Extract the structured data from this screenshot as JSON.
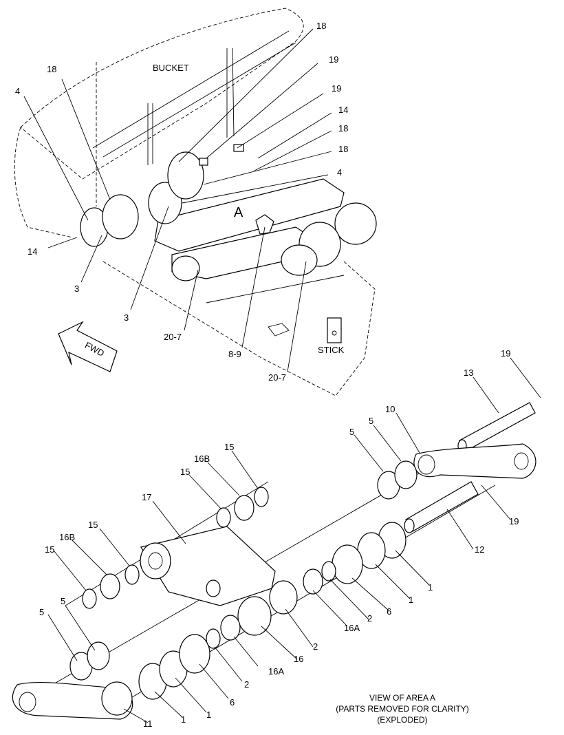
{
  "labels": {
    "bucket": "BUCKET",
    "stick": "STICK",
    "area": "A",
    "fwd": "FWD",
    "caption_line1": "VIEW OF AREA A",
    "caption_line2": "(PARTS REMOVED FOR CLARITY)",
    "caption_line3": "(EXPLODED)"
  },
  "callouts_upper": [
    "18",
    "18",
    "19",
    "19",
    "14",
    "18",
    "18",
    "4",
    "4",
    "14",
    "3",
    "3",
    "20-7",
    "8-9",
    "20-7"
  ],
  "callouts_lower": [
    "19",
    "13",
    "10",
    "5",
    "5",
    "15",
    "16B",
    "15",
    "17",
    "15",
    "16B",
    "15",
    "19",
    "12",
    "1",
    "1",
    "6",
    "2",
    "16A",
    "2",
    "16",
    "5",
    "5",
    "2",
    "16A",
    "6",
    "1",
    "1",
    "11"
  ]
}
